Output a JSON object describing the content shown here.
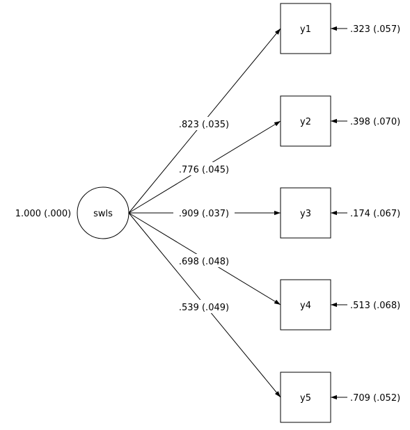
{
  "latent": {
    "name": "swls",
    "variance_label": "1.000 (.000)"
  },
  "indicators": [
    {
      "name": "y1",
      "loading_label": ".823 (.035)",
      "error_label": ".323 (.057)"
    },
    {
      "name": "y2",
      "loading_label": ".776 (.045)",
      "error_label": ".398 (.070)"
    },
    {
      "name": "y3",
      "loading_label": ".909 (.037)",
      "error_label": ".174 (.067)"
    },
    {
      "name": "y4",
      "loading_label": ".698 (.048)",
      "error_label": ".513 (.068)"
    },
    {
      "name": "y5",
      "loading_label": ".539 (.049)",
      "error_label": ".709 (.052)"
    }
  ],
  "colors": {
    "stroke": "#000000",
    "fill": "#ffffff",
    "text": "#000000"
  }
}
